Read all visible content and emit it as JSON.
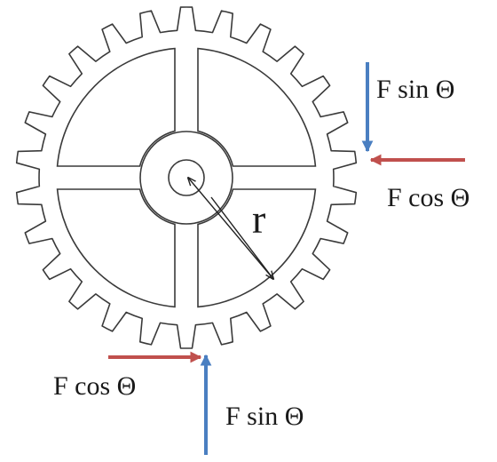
{
  "labels": {
    "top_vertical": "F sin Θ",
    "top_horizontal": "F cos Θ",
    "bottom_horizontal": "F cos Θ",
    "bottom_vertical": "F sin Θ",
    "radius": "r"
  },
  "gear": {
    "teeth": 26,
    "spokes": 4
  },
  "colors": {
    "gear_stroke": "#3a3a3a",
    "vertical_force": "#4a7fc1",
    "horizontal_force": "#c0504d",
    "text": "#1a1a1a"
  }
}
